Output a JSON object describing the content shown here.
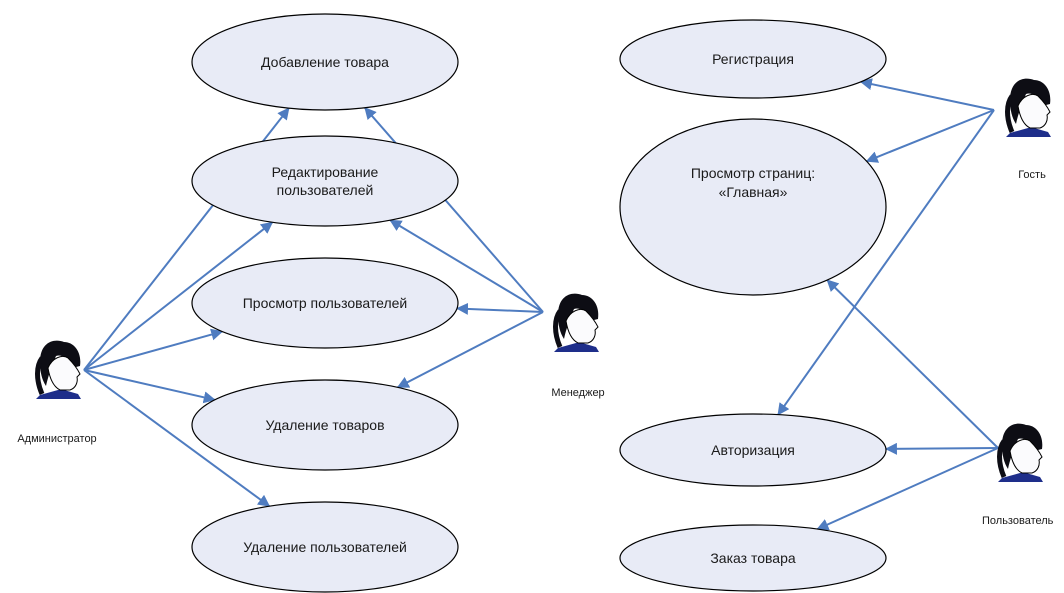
{
  "colors": {
    "usecase_fill": "#e8ebf6",
    "usecase_stroke": "#000000",
    "arrow": "#4f7cc0",
    "actor_hair": "#0d0d14",
    "actor_skin": "#fbfbfd",
    "actor_collar": "#1e2e8a"
  },
  "actor_icon": "person-head-icon",
  "use_cases": [
    {
      "id": "uc1",
      "lines": [
        "Добавление товара"
      ]
    },
    {
      "id": "uc2",
      "lines": [
        "Редактирование",
        "пользователей"
      ]
    },
    {
      "id": "uc3",
      "lines": [
        "Просмотр пользователей"
      ]
    },
    {
      "id": "uc4",
      "lines": [
        "Удаление товаров"
      ]
    },
    {
      "id": "uc5",
      "lines": [
        "Удаление пользователей"
      ]
    },
    {
      "id": "uc6",
      "lines": [
        "Регистрация"
      ]
    },
    {
      "id": "uc7",
      "lines": [
        "Просмотр страниц:",
        "«Главная»"
      ]
    },
    {
      "id": "uc8",
      "lines": [
        "Авторизация"
      ]
    },
    {
      "id": "uc9",
      "lines": [
        "Заказ товара"
      ]
    }
  ],
  "actors": [
    {
      "id": "a1",
      "name": "Администратор"
    },
    {
      "id": "a2",
      "name": "Менеджер"
    },
    {
      "id": "a3",
      "name": "Гость"
    },
    {
      "id": "a4",
      "name": "Пользователь"
    }
  ],
  "associations": [
    {
      "from": "a1",
      "to": "uc1"
    },
    {
      "from": "a1",
      "to": "uc2"
    },
    {
      "from": "a1",
      "to": "uc3"
    },
    {
      "from": "a1",
      "to": "uc4"
    },
    {
      "from": "a1",
      "to": "uc5"
    },
    {
      "from": "a2",
      "to": "uc1"
    },
    {
      "from": "a2",
      "to": "uc2"
    },
    {
      "from": "a2",
      "to": "uc3"
    },
    {
      "from": "a2",
      "to": "uc4"
    },
    {
      "from": "a3",
      "to": "uc6"
    },
    {
      "from": "a3",
      "to": "uc7"
    },
    {
      "from": "a3",
      "to": "uc8"
    },
    {
      "from": "a4",
      "to": "uc7"
    },
    {
      "from": "a4",
      "to": "uc8"
    },
    {
      "from": "a4",
      "to": "uc9"
    }
  ]
}
